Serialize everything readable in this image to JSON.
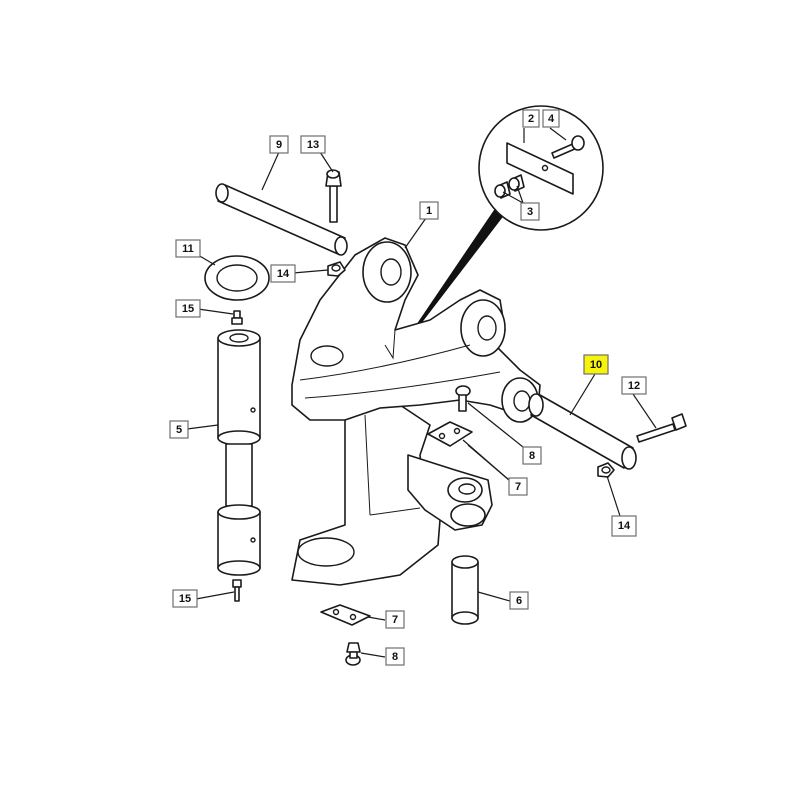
{
  "callouts": {
    "c1": "1",
    "c2": "2",
    "c3": "3",
    "c4": "4",
    "c5": "5",
    "c6": "6",
    "c7a": "7",
    "c7b": "7",
    "c8a": "8",
    "c8b": "8",
    "c9": "9",
    "c10": "10",
    "c11": "11",
    "c12": "12",
    "c13": "13",
    "c14a": "14",
    "c14b": "14",
    "c15a": "15",
    "c15b": "15"
  },
  "highlight": {
    "callout": "10",
    "color": "#f6f40a"
  }
}
